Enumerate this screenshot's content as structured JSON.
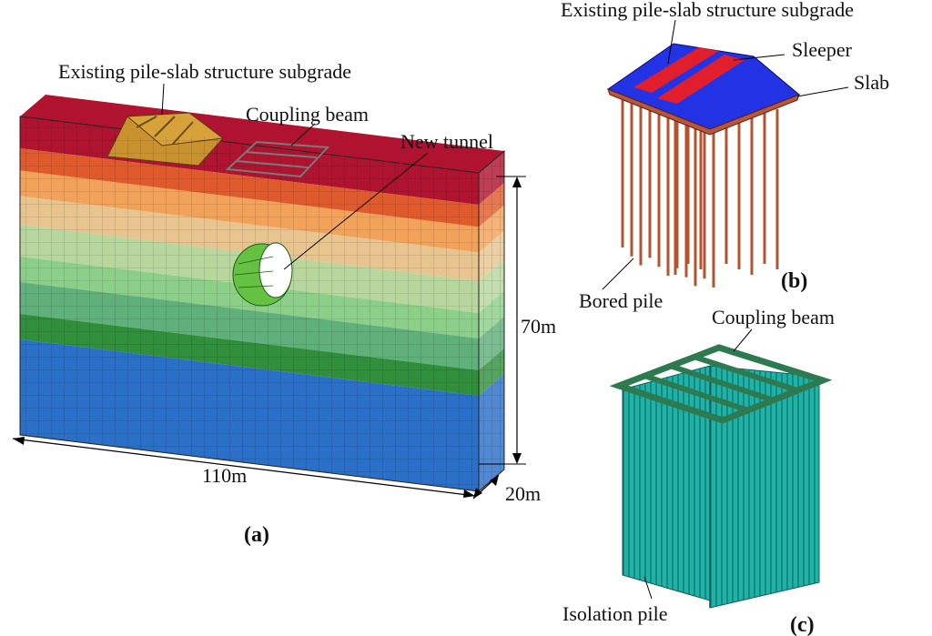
{
  "panel_a": {
    "label_existing": "Existing pile-slab structure subgrade",
    "label_coupling": "Coupling beam",
    "label_tunnel": "New tunnel",
    "dim_height": "70m",
    "dim_length": "110m",
    "dim_width": "20m",
    "panel_label": "(a)",
    "layer_colors": [
      "#b0132f",
      "#e05a2c",
      "#f3a25a",
      "#e8c48f",
      "#b8d79d",
      "#8ccf88",
      "#5fb07a",
      "#2f8f3a",
      "#2a6fc8"
    ]
  },
  "panel_b": {
    "label_existing": "Existing pile-slab structure subgrade",
    "label_sleeper": "Sleeper",
    "label_slab": "Slab",
    "label_pile": "Bored pile",
    "panel_label": "(b)"
  },
  "panel_c": {
    "label_coupling": "Coupling beam",
    "label_pile": "Isolation pile",
    "panel_label": "(c)"
  }
}
